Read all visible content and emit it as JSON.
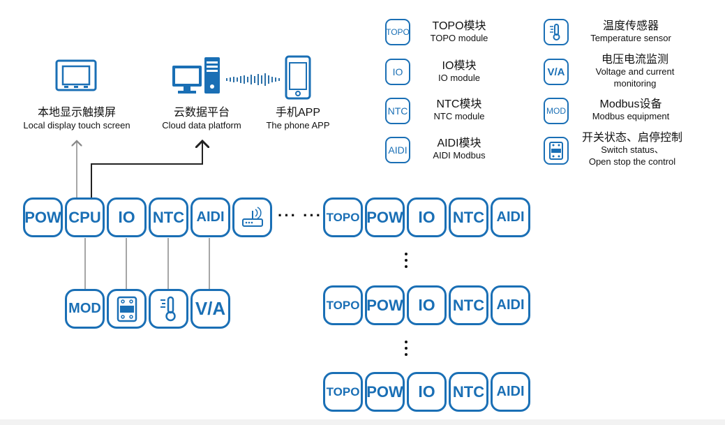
{
  "destinations": [
    {
      "cn": "本地显示触摸屏",
      "en": "Local display touch screen"
    },
    {
      "cn": "云数据平台",
      "en": "Cloud data platform"
    },
    {
      "cn": "手机APP",
      "en": "The phone APP"
    }
  ],
  "legend": [
    {
      "badge": "TOPO",
      "cn": "TOPO模块",
      "en": "TOPO module"
    },
    {
      "badge": "IO",
      "cn": "IO模块",
      "en": "IO module"
    },
    {
      "badge": "NTC",
      "cn": "NTC模块",
      "en": "NTC module"
    },
    {
      "badge": "AIDI",
      "cn": "AIDI模块",
      "en": "AIDI Modbus"
    },
    {
      "badge": "thermometer",
      "cn": "温度传感器",
      "en": "Temperature sensor"
    },
    {
      "badge": "V/A",
      "cn": "电压电流监测",
      "en": "Voltage and current monitoring"
    },
    {
      "badge": "MOD",
      "cn": "Modbus设备",
      "en": "Modbus equipment"
    },
    {
      "badge": "switch",
      "cn": "开关状态、启停控制",
      "en": "Switch status、",
      "en2": "Open stop the control"
    }
  ],
  "main_rack": [
    "POW",
    "CPU",
    "IO",
    "NTC",
    "AIDI"
  ],
  "peripherals": [
    "MOD",
    "switch",
    "thermometer",
    "V/A"
  ],
  "extension_rack": [
    "TOPO",
    "POW",
    "IO",
    "NTC",
    "AIDI"
  ],
  "ellipsis": "··· ···",
  "icons": {
    "touchscreen": "monitor-icon",
    "cloud": "computer-server-icon",
    "phone": "smartphone-icon",
    "router": "router-icon",
    "thermometer": "thermometer-icon",
    "switch": "switch-panel-icon"
  },
  "colors": {
    "module_blue": "#1a6fb5",
    "line": "#888888",
    "arrow_dark": "#222222"
  }
}
